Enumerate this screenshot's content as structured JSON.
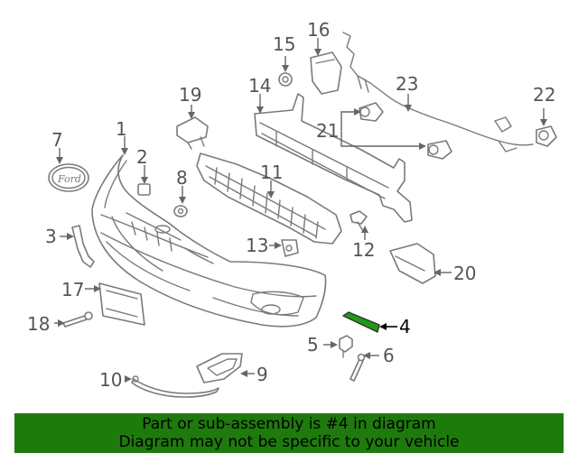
{
  "callouts": {
    "c1": "1",
    "c2": "2",
    "c3": "3",
    "c4": "4",
    "c5": "5",
    "c6": "6",
    "c7": "7",
    "c8": "8",
    "c9": "9",
    "c10": "10",
    "c11": "11",
    "c12": "12",
    "c13": "13",
    "c14": "14",
    "c15": "15",
    "c16": "16",
    "c17": "17",
    "c18": "18",
    "c19": "19",
    "c20": "20",
    "c21": "21",
    "c22": "22",
    "c23": "23"
  },
  "highlighted_part": "4",
  "colors": {
    "highlight_part": "#1e9a14",
    "banner_bg": "#1e7a0c",
    "line": "#7a7a7a"
  },
  "banner": {
    "line1": "Part or sub-assembly is #4 in diagram",
    "line2": "Diagram may not be specific to your vehicle"
  }
}
